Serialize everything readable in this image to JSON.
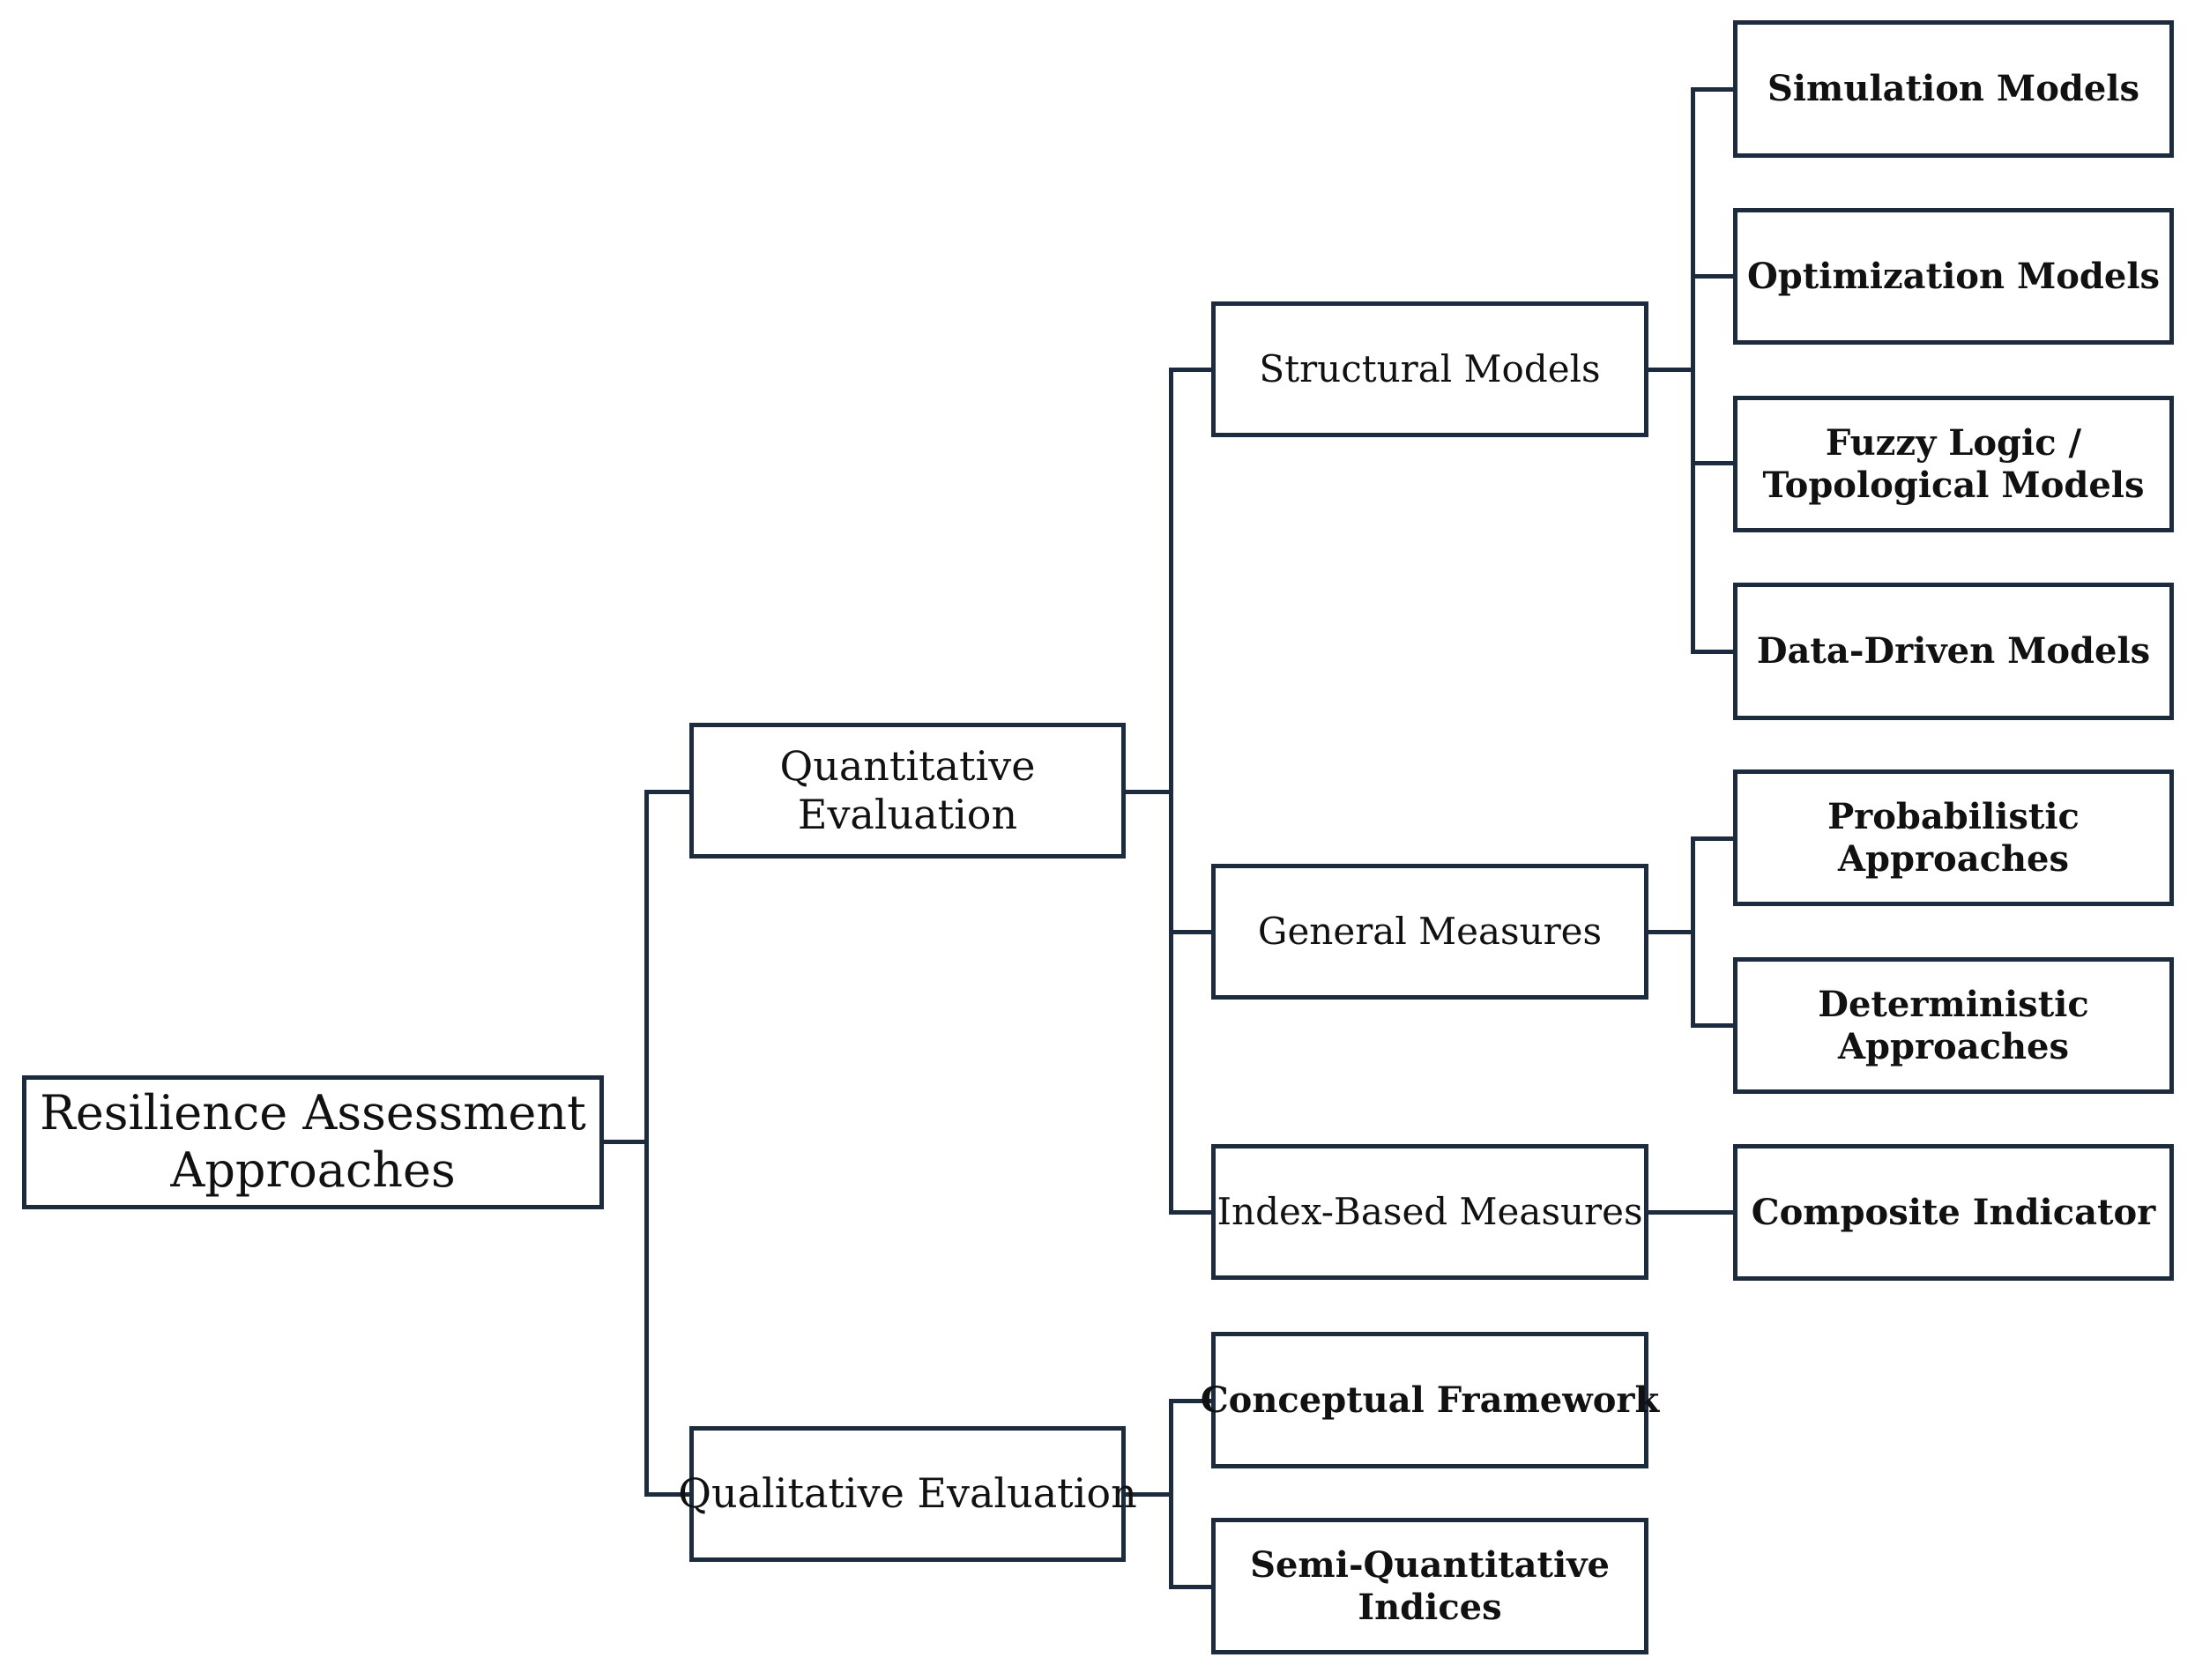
{
  "diagram": {
    "root": {
      "line1": "Resilience Assessment",
      "line2": "Approaches"
    },
    "quantitative": {
      "line1": "Quantitative",
      "line2": "Evaluation"
    },
    "qualitative": {
      "label": "Qualitative Evaluation"
    },
    "structural_models": {
      "label": "Structural Models",
      "children": {
        "simulation": "Simulation Models",
        "optimization": "Optimization Models",
        "fuzzy_line1": "Fuzzy Logic /",
        "fuzzy_line2": "Topological Models",
        "data_driven": "Data-Driven Models"
      }
    },
    "general_measures": {
      "label": "General Measures",
      "children": {
        "probabilistic_line1": "Probabilistic",
        "probabilistic_line2": "Approaches",
        "deterministic_line1": "Deterministic",
        "deterministic_line2": "Approaches"
      }
    },
    "index_based_measures": {
      "label": "Index-Based Measures",
      "children": {
        "composite": "Composite Indicator"
      }
    },
    "qualitative_children": {
      "conceptual": "Conceptual Framework",
      "semi_line1": "Semi-Quantitative",
      "semi_line2": "Indices"
    },
    "colors": {
      "stroke": "#1c2b3d",
      "text": "#111111",
      "background": "#ffffff"
    }
  }
}
